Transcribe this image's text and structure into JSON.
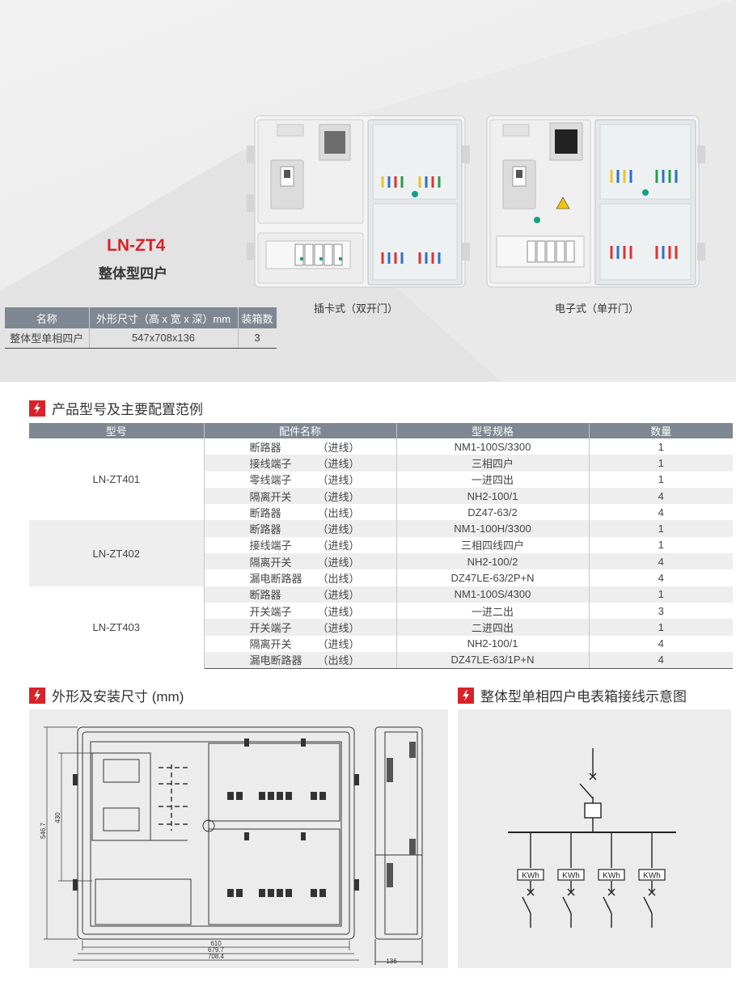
{
  "hero": {
    "model": "LN-ZT4",
    "subtitle": "整体型四户",
    "spec_table": {
      "headers": [
        "名称",
        "外形尺寸（高 x 宽 x 深）mm",
        "装箱数"
      ],
      "row": [
        "整体型单相四户",
        "547x708x136",
        "3"
      ]
    },
    "captions": [
      "插卡式（双开门）",
      "电子式（单开门）"
    ]
  },
  "sections": {
    "config_title": "产品型号及主要配置范例",
    "dims_title": "外形及安装尺寸 (mm)",
    "wiring_title": "整体型单相四户电表箱接线示意图"
  },
  "config_table": {
    "headers": [
      "型号",
      "配件名称",
      "型号规格",
      "数量"
    ],
    "groups": [
      {
        "model": "LN-ZT401",
        "rows": [
          {
            "name": "断路器",
            "dir": "（进线）",
            "spec": "NM1-100S/3300",
            "qty": "1"
          },
          {
            "name": "接线端子",
            "dir": "（进线）",
            "spec": "三相四户",
            "qty": "1"
          },
          {
            "name": "零线端子",
            "dir": "（进线）",
            "spec": "一进四出",
            "qty": "1"
          },
          {
            "name": "隔离开关",
            "dir": "（进线）",
            "spec": "NH2-100/1",
            "qty": "4"
          },
          {
            "name": "断路器",
            "dir": "（出线）",
            "spec": "DZ47-63/2",
            "qty": "4"
          }
        ]
      },
      {
        "model": "LN-ZT402",
        "rows": [
          {
            "name": "断路器",
            "dir": "（进线）",
            "spec": "NM1-100H/3300",
            "qty": "1"
          },
          {
            "name": "接线端子",
            "dir": "（进线）",
            "spec": "三相四线四户",
            "qty": "1"
          },
          {
            "name": "隔离开关",
            "dir": "（进线）",
            "spec": "NH2-100/2",
            "qty": "4"
          },
          {
            "name": "漏电断路器",
            "dir": "（出线）",
            "spec": "DZ47LE-63/2P+N",
            "qty": "4"
          }
        ]
      },
      {
        "model": "LN-ZT403",
        "rows": [
          {
            "name": "断路器",
            "dir": "（进线）",
            "spec": "NM1-100S/4300",
            "qty": "1"
          },
          {
            "name": "开关端子",
            "dir": "（进线）",
            "spec": "一进二出",
            "qty": "3"
          },
          {
            "name": "开关端子",
            "dir": "（进线）",
            "spec": "二进四出",
            "qty": "1"
          },
          {
            "name": "隔离开关",
            "dir": "（进线）",
            "spec": "NH2-100/1",
            "qty": "4"
          },
          {
            "name": "漏电断路器",
            "dir": "（出线）",
            "spec": "DZ47LE-63/1P+N",
            "qty": "4"
          }
        ]
      }
    ]
  },
  "dimensions": {
    "height_outer": "546.7",
    "height_inner": "430",
    "width_a": "610",
    "width_b": "679.7",
    "width_c": "708.4",
    "depth": "136"
  },
  "wiring": {
    "meter_label": "KWh"
  },
  "colors": {
    "accent": "#d9222a",
    "header_gray": "#7e8792"
  }
}
